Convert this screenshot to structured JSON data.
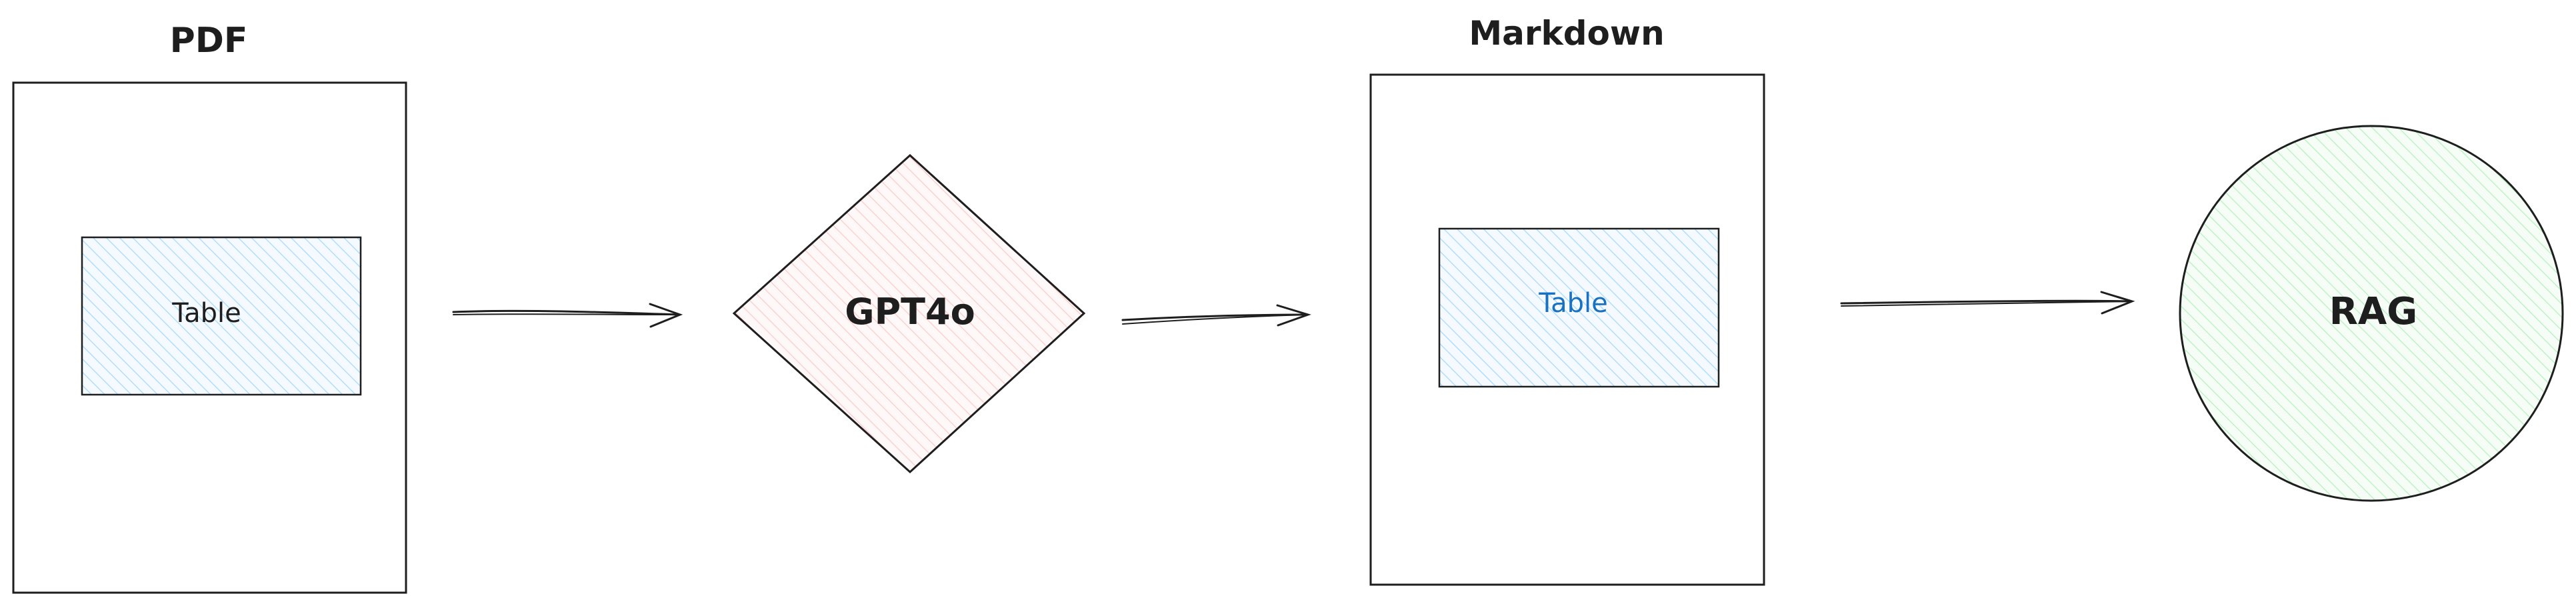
{
  "diagram": {
    "pdf": {
      "title": "PDF",
      "inner_label": "Table",
      "inner_fill": "#a5d8ff",
      "inner_label_color": "#1e1e1e"
    },
    "gpt": {
      "label": "GPT4o",
      "fill": "#ffc9c9"
    },
    "markdown": {
      "title": "Markdown",
      "inner_label": "Table",
      "inner_fill": "#a5d8ff",
      "inner_label_color": "#1971c2"
    },
    "rag": {
      "label": "RAG",
      "fill": "#b2f2bb"
    },
    "stroke_color": "#1e1e1e"
  }
}
